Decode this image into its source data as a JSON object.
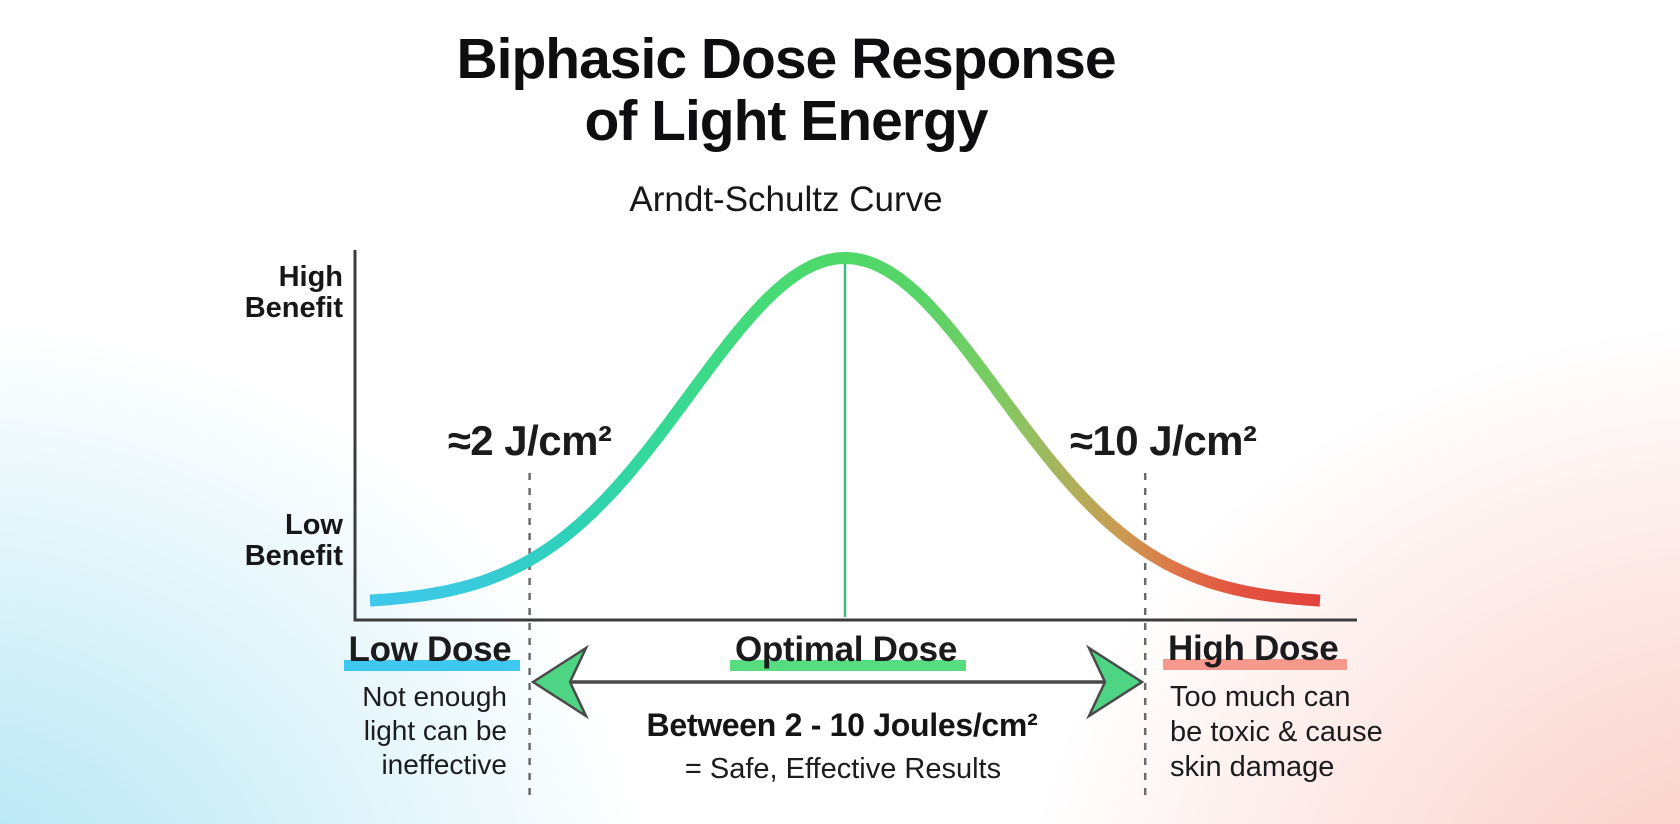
{
  "header": {
    "title": "Biphasic Dose Response\nof Light Energy",
    "subtitle": "Arndt-Schultz Curve"
  },
  "chart_data": {
    "type": "line",
    "title": "Biphasic Dose Response of Light Energy",
    "subtitle": "Arndt-Schultz Curve",
    "y_axis": {
      "high_label": "High\nBenefit",
      "low_label": "Low\nBenefit",
      "range": [
        0,
        1
      ]
    },
    "curve": {
      "shape": "gaussian",
      "mu_pct": 50,
      "sigma_pct": 16.3,
      "baseline": 0.045,
      "peak_value": 1
    },
    "peak_line_pct": 50,
    "thresholds": [
      {
        "label": "≈2 J/cm²",
        "pos_pct": 16.8
      },
      {
        "label": "≈10 J/cm²",
        "pos_pct": 81.6
      }
    ],
    "zones": [
      {
        "label": "Low Dose",
        "highlight_color": "#3fc7f0",
        "description": "Not enough\nlight can be\nineffective"
      },
      {
        "label": "Optimal Dose",
        "highlight_color": "#57dc80",
        "description": "Between 2 - 10 Joules/cm²",
        "subtext": "= Safe, Effective Results"
      },
      {
        "label": "High Dose",
        "highlight_color": "#f4998c",
        "description": "Too much can\nbe toxic & cause\nskin damage"
      }
    ],
    "gradient_stops": [
      {
        "offset": 0,
        "color": "#3fc8ea"
      },
      {
        "offset": 10,
        "color": "#39cadd"
      },
      {
        "offset": 22,
        "color": "#2ed2b4"
      },
      {
        "offset": 32,
        "color": "#37d992"
      },
      {
        "offset": 42,
        "color": "#47da75"
      },
      {
        "offset": 50,
        "color": "#4fd868"
      },
      {
        "offset": 58,
        "color": "#57d468"
      },
      {
        "offset": 66,
        "color": "#7ecb63"
      },
      {
        "offset": 73,
        "color": "#aab35c"
      },
      {
        "offset": 79,
        "color": "#cc9a53"
      },
      {
        "offset": 85,
        "color": "#de7448"
      },
      {
        "offset": 91,
        "color": "#e35440"
      },
      {
        "offset": 100,
        "color": "#e2413c"
      }
    ],
    "colors": {
      "axis": "#3c3c3c",
      "dashed_line": "#6a6a6a",
      "peak_line": "#3cbd7c",
      "arrow_fill": "#4ed584",
      "arrow_stroke": "#4a4a4a",
      "text": "#1c1c1e",
      "bg_tint_left": "#bfe8f3",
      "bg_tint_right": "#f8d0c9"
    }
  }
}
